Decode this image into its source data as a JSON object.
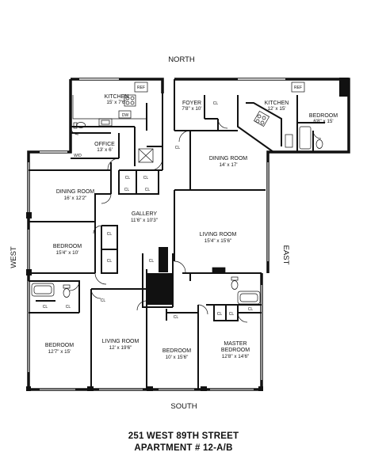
{
  "compass": {
    "north": "NORTH",
    "south": "SOUTH",
    "east": "EAST",
    "west": "WEST"
  },
  "address": {
    "line1": "251 WEST 89TH STREET",
    "line2": "APARTMENT # 12-A/B"
  },
  "rooms": {
    "kitchen_a": {
      "name": "KITCHEN",
      "dims": "15' x 7'6\""
    },
    "office": {
      "name": "OFFICE",
      "dims": "13' x 6'"
    },
    "foyer": {
      "name": "FOYER",
      "dims": "7'8\" x 10'"
    },
    "kitchen_b": {
      "name": "KITCHEN",
      "dims": "12' x 15'"
    },
    "bedroom_ne": {
      "name": "BEDROOM",
      "dims": "6'8\" x 15'"
    },
    "dining_b": {
      "name": "DINING ROOM",
      "dims": "14' x 17'"
    },
    "dining_a": {
      "name": "DINING ROOM",
      "dims": "16' x 12'2\""
    },
    "gallery": {
      "name": "GALLERY",
      "dims": "11'6\" x 10'3\""
    },
    "living_b": {
      "name": "LIVING ROOM",
      "dims": "15'4\" x 15'6\""
    },
    "bedroom_w": {
      "name": "BEDROOM",
      "dims": "15'4\" x 10'"
    },
    "bedroom_sw": {
      "name": "BEDROOM",
      "dims": "12'7\" x 15'"
    },
    "living_a": {
      "name": "LIVING ROOM",
      "dims": "12' x 19'6\""
    },
    "bedroom_s": {
      "name": "BEDROOM",
      "dims": "10' x 15'6\""
    },
    "master": {
      "name": "MASTER",
      "name2": "BEDROOM",
      "dims": "12'8\" x 14'6\""
    }
  },
  "small_labels": {
    "closet": "CL",
    "refrigerator": "REF",
    "dishwasher": "DW",
    "washer_dryer": "W/D"
  }
}
